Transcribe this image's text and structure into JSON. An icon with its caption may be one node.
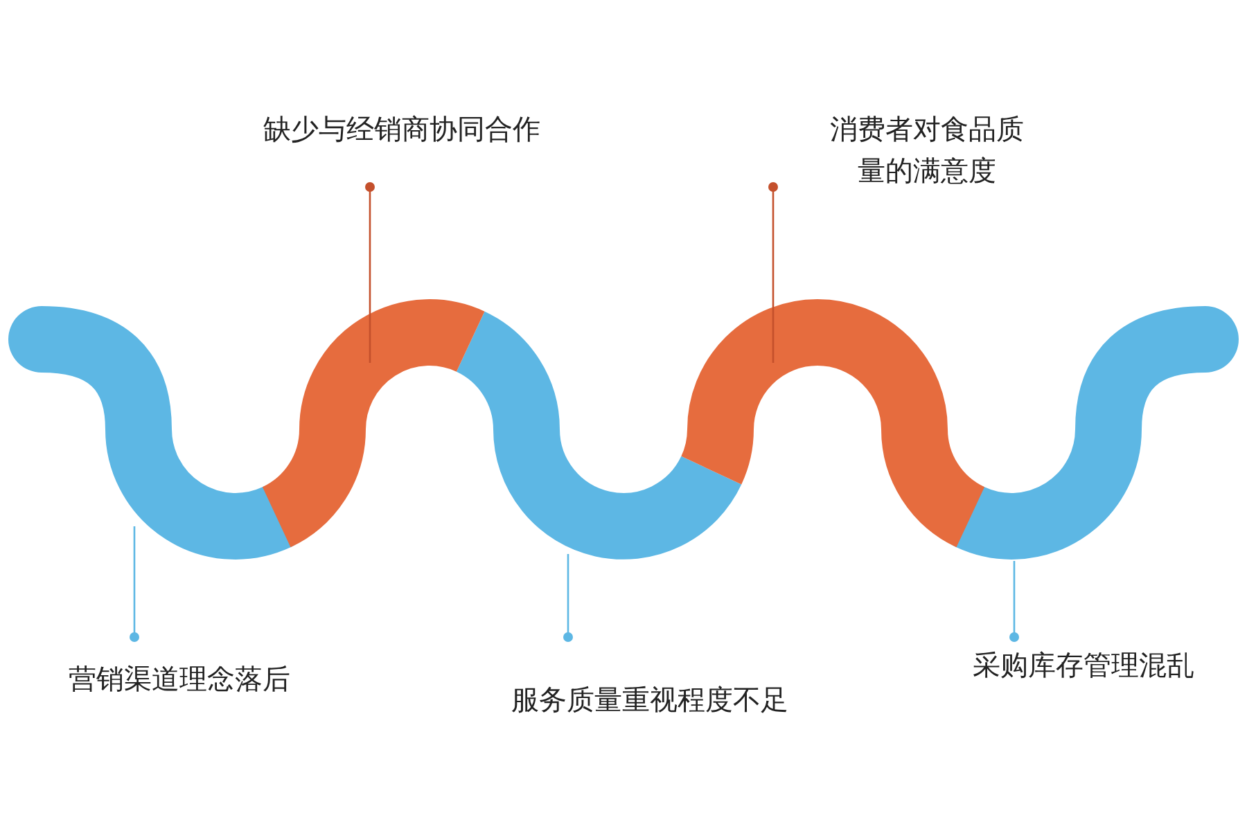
{
  "diagram": {
    "nodes": [
      {
        "text": [
          "缺少与经销商协同合作"
        ]
      },
      {
        "text": [
          "消费者对食品质量的满意度"
        ]
      },
      {
        "text": [],
        "shape": "band"
      },
      {
        "text": [],
        "shape": "band"
      },
      {
        "text": [],
        "shape": "band"
      },
      {
        "text": [],
        "shape": "band"
      },
      {
        "text": [],
        "shape": "band"
      },
      {
        "text": [
          "营销渠道理念落后"
        ]
      },
      {
        "text": [
          "服务质量重视程度不足"
        ]
      },
      {
        "text": [
          "采购库存管理混乱"
        ]
      }
    ],
    "edges": [
      {
        "from": 0,
        "to": 3,
        "arrow": "other",
        "color": "#c4502c"
      },
      {
        "from": 1,
        "to": 5,
        "arrow": "other",
        "color": "#c4502c"
      },
      {
        "from": 7,
        "to": 2,
        "arrow": "other"
      },
      {
        "from": 8,
        "to": 4,
        "arrow": "other"
      },
      {
        "from": 9,
        "to": 6,
        "arrow": "other"
      }
    ]
  }
}
